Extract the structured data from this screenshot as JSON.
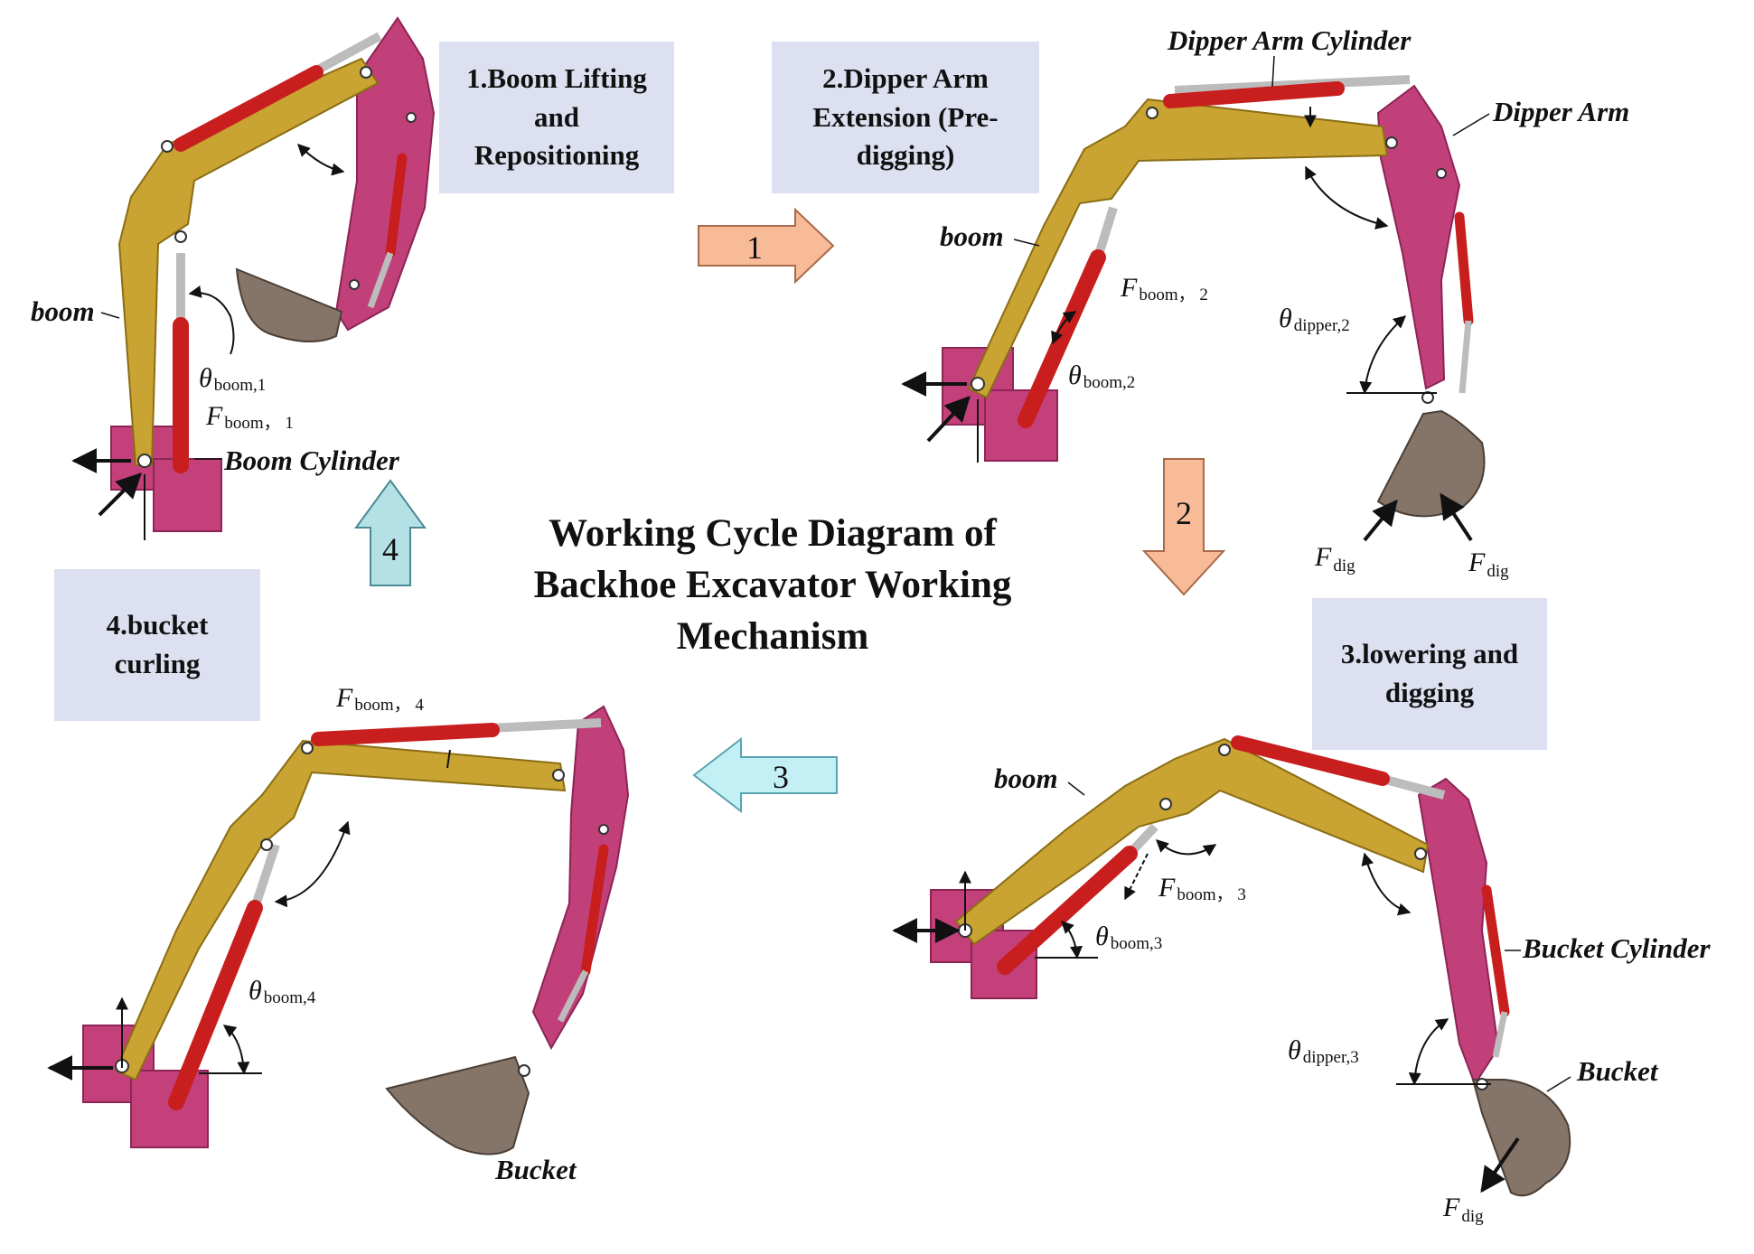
{
  "title": "Working Cycle Diagram of Backhoe Excavator Working Mechanism",
  "stages": [
    {
      "id": 1,
      "label": "1.Boom Lifting and Repositioning"
    },
    {
      "id": 2,
      "label": "2.Dipper Arm Extension (Pre-digging)"
    },
    {
      "id": 3,
      "label": "3.lowering and digging"
    },
    {
      "id": 4,
      "label": "4.bucket curling"
    }
  ],
  "transition_arrows": [
    {
      "label": "1",
      "direction": "right",
      "color": "#f8bb98"
    },
    {
      "label": "2",
      "direction": "down",
      "color": "#f8bb98"
    },
    {
      "label": "3",
      "direction": "left",
      "color": "#c2f0f5"
    },
    {
      "label": "4",
      "direction": "up",
      "color": "#b4e1e6"
    }
  ],
  "component_labels": {
    "boom": "boom",
    "boom_cylinder": "Boom Cylinder",
    "dipper_arm_cylinder": "Dipper Arm Cylinder",
    "dipper_arm": "Dipper Arm",
    "bucket_cylinder": "Bucket Cylinder",
    "bucket": "Bucket"
  },
  "symbols": {
    "theta": "θ",
    "force": "F",
    "sub_boom_1": "boom,1",
    "sub_boom_2": "boom,2",
    "sub_boom_3": "boom,3",
    "sub_boom_4": "boom,4",
    "sub_force_boom_1": "boom， 1",
    "sub_force_boom_2": "boom， 2",
    "sub_force_boom_3": "boom， 3",
    "sub_force_boom_4": "boom， 4",
    "sub_dipper_2": "dipper,2",
    "sub_dipper_3": "dipper,3",
    "sub_dig": "dig"
  },
  "colors": {
    "boom": "#c9a432",
    "boom_outline": "#8a6d15",
    "arm": "#c2407a",
    "arm_outline": "#8c2455",
    "cylinder": "#c81e1e",
    "rod": "#bcbcbc",
    "bucket": "#857468",
    "base": "#c4407a",
    "box_fill": "#dde0f0"
  }
}
